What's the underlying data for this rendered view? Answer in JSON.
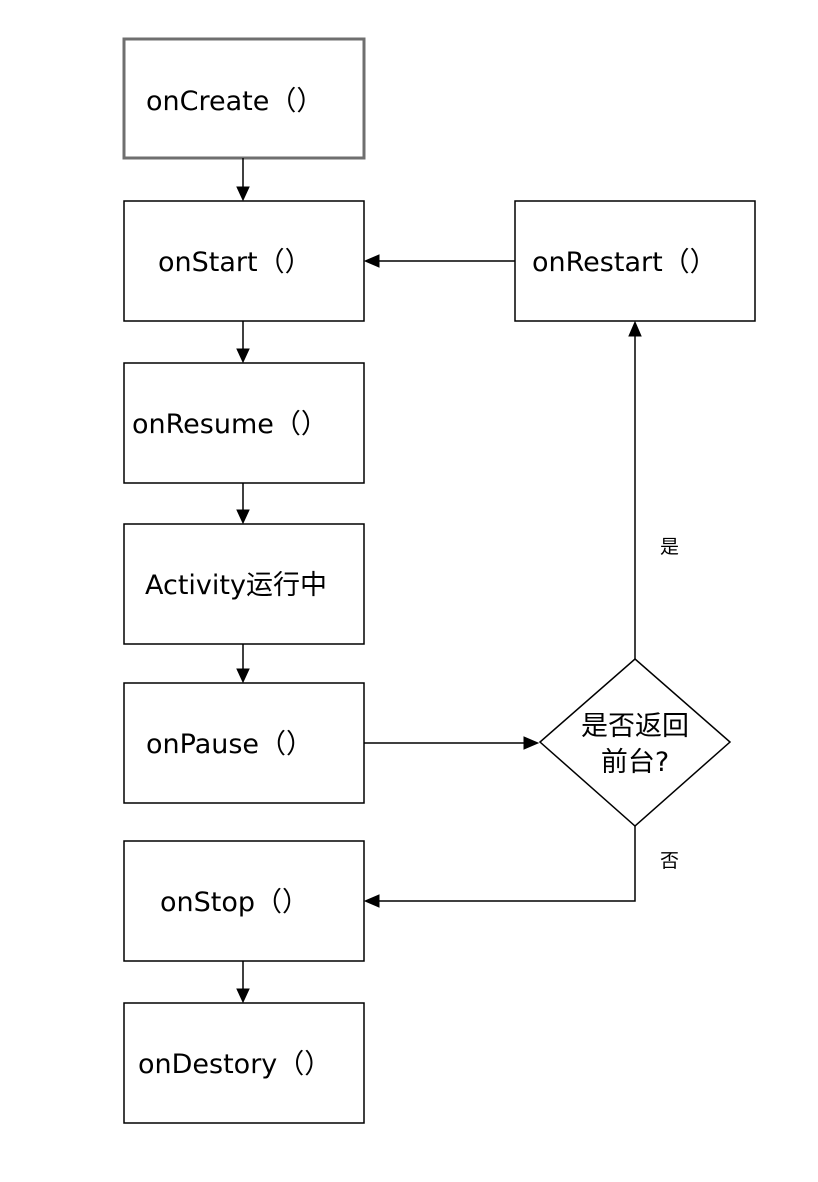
{
  "nodes": {
    "on_create": "onCreate（）",
    "on_start": "onStart（）",
    "on_restart": "onRestart（）",
    "on_resume": "onResume（）",
    "activity_running": "Activity运行中",
    "on_pause": "onPause（）",
    "on_stop": "onStop（）",
    "on_destory": "onDestory（）"
  },
  "decision": {
    "line1": "是否返回",
    "line2": "前台?"
  },
  "edge_labels": {
    "yes": "是",
    "no": "否"
  },
  "colors": {
    "stroke": "#000000",
    "first_box_border": "#6f6f6f",
    "background": "#ffffff"
  }
}
